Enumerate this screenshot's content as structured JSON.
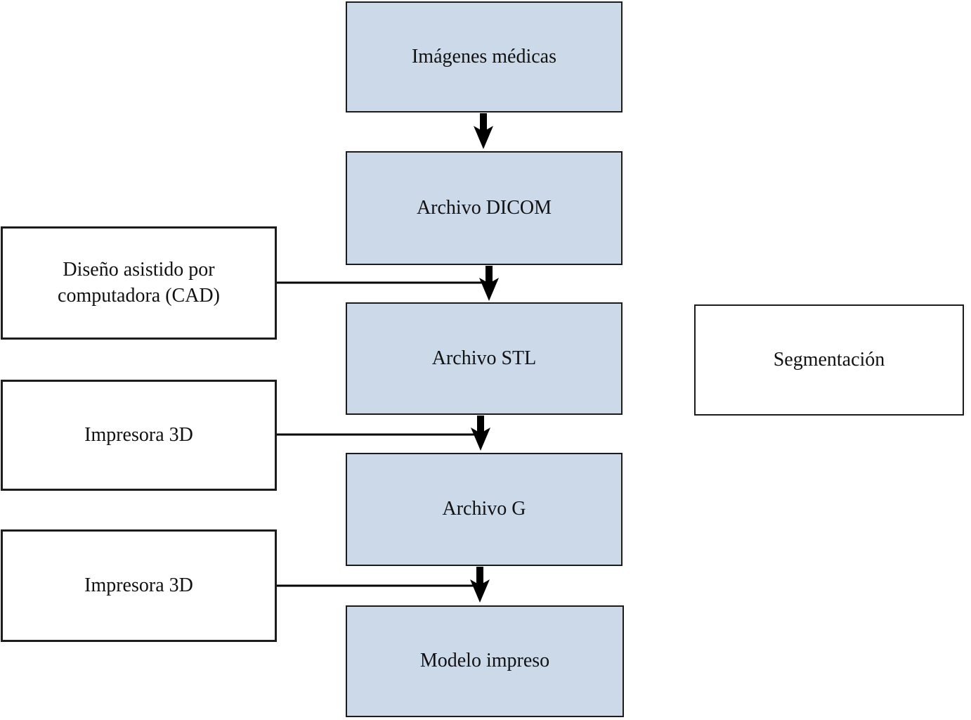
{
  "diagram": {
    "type": "flowchart",
    "language": "es",
    "colors": {
      "process_fill": "#cbd9e8",
      "side_fill": "#ffffff",
      "border": "#1c1c1c",
      "text": "#111111",
      "connector": "#000000"
    },
    "nodes": {
      "medical_images": {
        "label": "Imágenes médicas",
        "role": "process"
      },
      "dicom": {
        "label": "Archivo DICOM",
        "role": "process"
      },
      "stl": {
        "label": "Archivo STL",
        "role": "process"
      },
      "gcode": {
        "label": "Archivo G",
        "role": "process"
      },
      "printed_model": {
        "label": "Modelo impreso",
        "role": "process"
      },
      "cad": {
        "label": "Diseño asistido por\ncomputadora (CAD)",
        "role": "side-input"
      },
      "printer_1": {
        "label": "Impresora 3D",
        "role": "side-input"
      },
      "printer_2": {
        "label": "Impresora 3D",
        "role": "side-input"
      },
      "segmentation": {
        "label": "Segmentación",
        "role": "side-box"
      }
    },
    "edges": [
      {
        "from": "medical_images",
        "to": "dicom",
        "style": "thick-arrow"
      },
      {
        "from": "dicom",
        "to": "stl",
        "style": "thick-arrow"
      },
      {
        "from": "stl",
        "to": "gcode",
        "style": "thick-arrow"
      },
      {
        "from": "gcode",
        "to": "printed_model",
        "style": "thick-arrow"
      },
      {
        "from": "cad",
        "to": "arrow dicom→stl",
        "style": "plain-line"
      },
      {
        "from": "printer_1",
        "to": "arrow stl→gcode",
        "style": "plain-line"
      },
      {
        "from": "printer_2",
        "to": "arrow gcode→printed_model",
        "style": "plain-line"
      }
    ]
  }
}
